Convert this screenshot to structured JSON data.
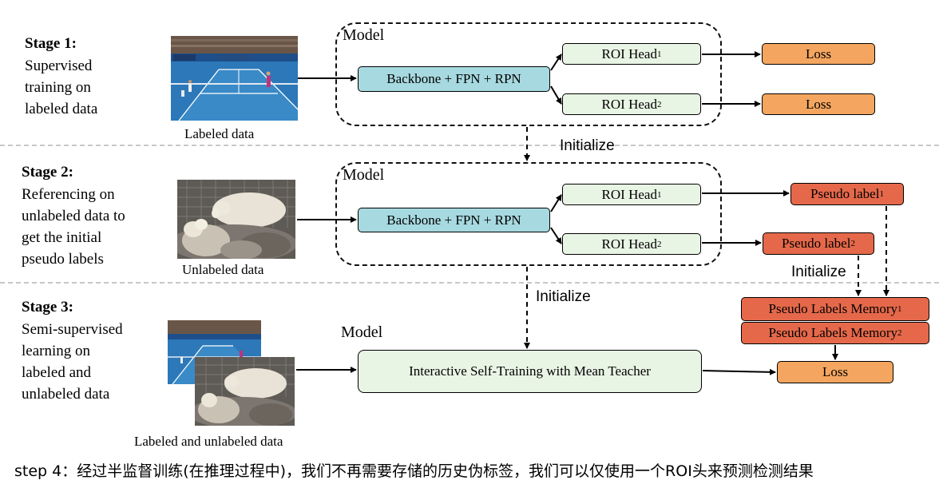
{
  "stage1": {
    "title": "Stage 1:",
    "lines": [
      "Supervised",
      "training on",
      "labeled data"
    ],
    "image_caption": "Labeled data",
    "model_label": "Model",
    "backbone": "Backbone + FPN + RPN",
    "head1": "ROI Head",
    "head1_sub": "1",
    "head2": "ROI Head",
    "head2_sub": "2",
    "loss1": "Loss",
    "loss2": "Loss"
  },
  "stage2": {
    "title": "Stage 2:",
    "lines": [
      "Referencing on",
      "unlabeled data to",
      "get the initial",
      "pseudo labels"
    ],
    "image_caption": "Unlabeled data",
    "model_label": "Model",
    "backbone": "Backbone + FPN + RPN",
    "head1": "ROI Head",
    "head1_sub": "1",
    "head2": "ROI Head",
    "head2_sub": "2",
    "pseudo1": "Pseudo label",
    "pseudo1_sub": "1",
    "pseudo2": "Pseudo label",
    "pseudo2_sub": "2",
    "initialize_right": "Initialize"
  },
  "stage3": {
    "title": "Stage 3:",
    "lines": [
      "Semi-supervised",
      "learning on",
      "labeled and",
      "unlabeled data"
    ],
    "image_caption": "Labeled and unlabeled data",
    "model_label": "Model",
    "main_box": "Interactive Self-Training with Mean Teacher",
    "memory1": "Pseudo Labels Memory",
    "memory1_sub": "1",
    "memory2": "Pseudo Labels Memory",
    "memory2_sub": "2",
    "loss": "Loss"
  },
  "initialize_1_2": "Initialize",
  "initialize_2_3": "Initialize",
  "footer": "step 4：经过半监督训练(在推理过程中)，我们不再需要存储的历史伪标签，我们可以仅使用一个ROI头来预测检测结果",
  "colors": {
    "backbone": "#a7d9e0",
    "head": "#e8f4e4",
    "loss": "#f4a660",
    "pseudo": "#e5684a"
  }
}
